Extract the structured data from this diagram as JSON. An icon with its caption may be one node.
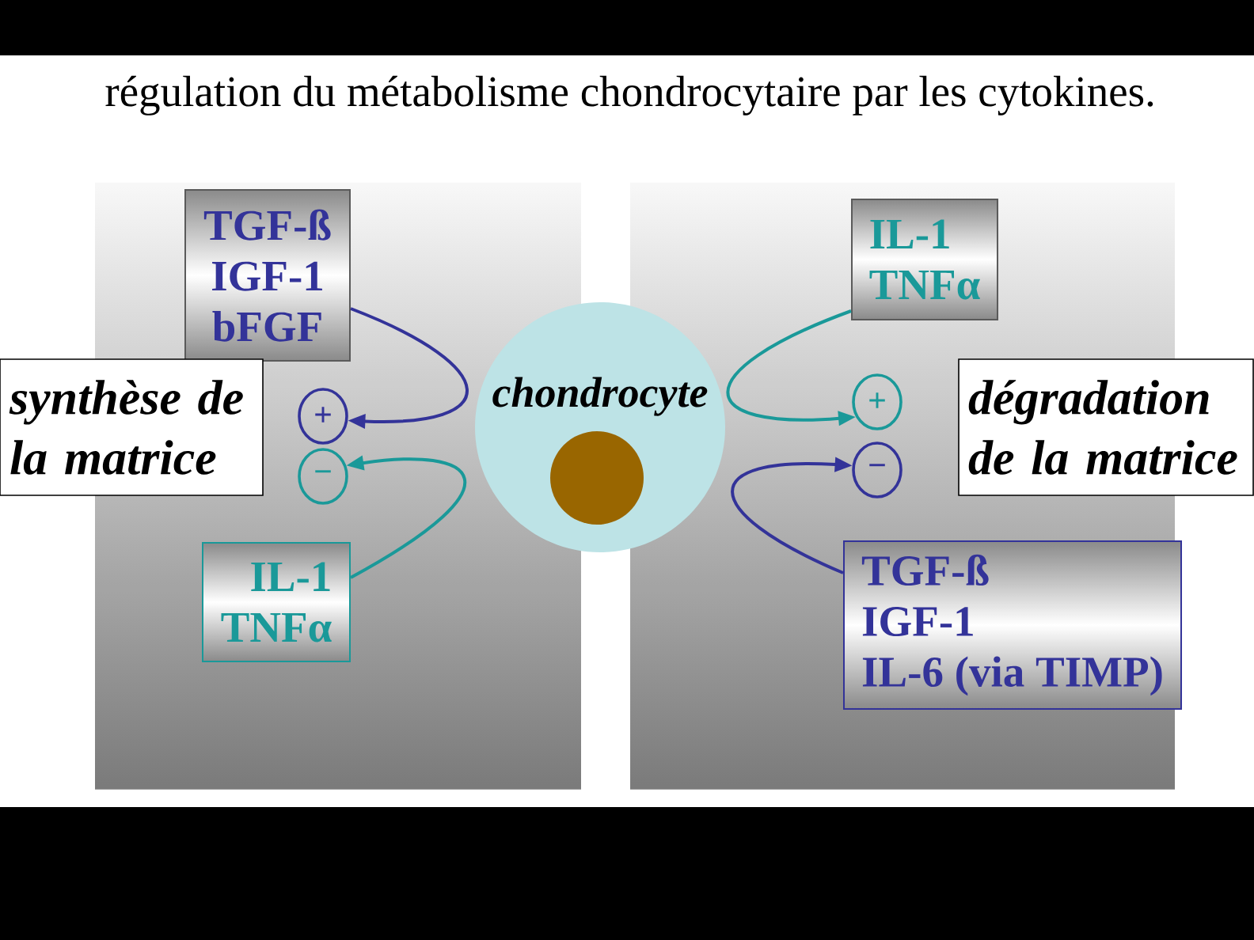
{
  "diagram": {
    "title": "régulation du métabolisme chondrocytaire par les cytokines.",
    "nodes": [
      {
        "text": [
          "TGF-ß",
          "IGF-1",
          "bFGF"
        ]
      },
      {
        "text": [
          "synthèse de la matrice"
        ]
      },
      {
        "text": [
          "+"
        ]
      },
      {
        "text": [
          "−"
        ]
      },
      {
        "text": [
          "IL-1",
          "TNFα"
        ]
      },
      {
        "text": [
          "chondrocyte"
        ]
      },
      {
        "text": [
          "IL-1",
          "TNFα"
        ]
      },
      {
        "text": [
          "+"
        ]
      },
      {
        "text": [
          "−"
        ]
      },
      {
        "text": [
          "dégradation de la matrice"
        ]
      },
      {
        "text": [
          "TGF-ß",
          "IGF-1",
          "IL-6 (via TIMP)"
        ]
      }
    ],
    "edges": [
      {
        "from": 0,
        "to": 2,
        "arrow": "to",
        "color": "#333399"
      },
      {
        "from": 4,
        "to": 3,
        "arrow": "to",
        "color": "#1a9999"
      },
      {
        "from": 6,
        "to": 7,
        "arrow": "to",
        "color": "#1a9999"
      },
      {
        "from": 10,
        "to": 8,
        "arrow": "to",
        "color": "#333399"
      }
    ]
  }
}
